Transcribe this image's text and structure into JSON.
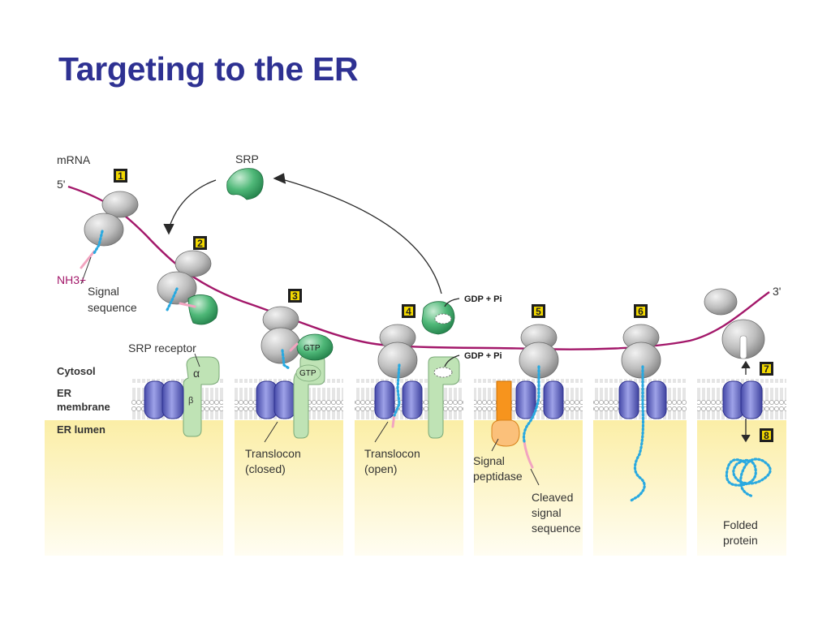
{
  "title": "Targeting to the ER",
  "diagram": {
    "labels": {
      "mrna": "mRNA",
      "five_prime": "5'",
      "three_prime": "3'",
      "srp": "SRP",
      "nh3": "NH3+",
      "signal_sequence_l1": "Signal",
      "signal_sequence_l2": "sequence",
      "srp_receptor": "SRP receptor",
      "alpha": "α",
      "beta": "β",
      "cytosol": "Cytosol",
      "er_membrane_l1": "ER",
      "er_membrane_l2": "membrane",
      "er_lumen": "ER lumen",
      "gtp": "GTP",
      "gdp_pi": "GDP + Pi",
      "translocon_closed_l1": "Translocon",
      "translocon_closed_l2": "(closed)",
      "translocon_open_l1": "Translocon",
      "translocon_open_l2": "(open)",
      "signal_peptidase_l1": "Signal",
      "signal_peptidase_l2": "peptidase",
      "cleaved_l1": "Cleaved",
      "cleaved_l2": "signal",
      "cleaved_l3": "sequence",
      "folded_l1": "Folded",
      "folded_l2": "protein"
    },
    "steps": [
      "1",
      "2",
      "3",
      "4",
      "5",
      "6",
      "7",
      "8"
    ],
    "colors": {
      "title": "#2e3192",
      "mrna": "#a3186a",
      "ribosome": "#b4b4b4",
      "srp": "#3aa565",
      "receptor": "#b9ddb0",
      "translocon": "#5a5fbf",
      "peptide": "#29a9e0",
      "signal_seq": "#f2a4c0",
      "peptidase": "#f7941d",
      "lumen": "#fcf1c0"
    }
  }
}
